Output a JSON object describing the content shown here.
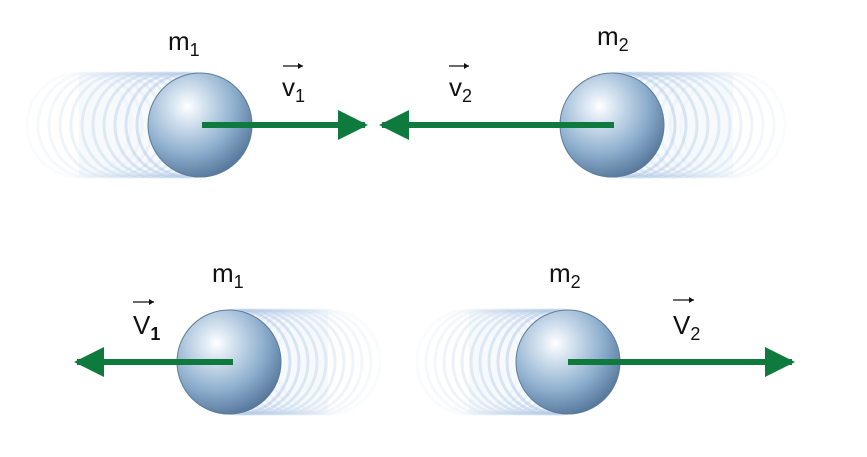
{
  "colors": {
    "arrow": "#0e7a3e",
    "sphere_light": "#dbe7f2",
    "sphere_mid": "#8fb0cf",
    "sphere_dark": "#4d6f92",
    "motion_blur": "#9dbbe0"
  },
  "before": {
    "ball1": {
      "mass_symbol": "m",
      "mass_index": "1",
      "velocity_symbol": "v",
      "velocity_index": "1"
    },
    "ball2": {
      "mass_symbol": "m",
      "mass_index": "2",
      "velocity_symbol": "v",
      "velocity_index": "2"
    }
  },
  "after": {
    "ball1": {
      "mass_symbol": "m",
      "mass_index": "1",
      "velocity_symbol": "V",
      "velocity_index": "1"
    },
    "ball2": {
      "mass_symbol": "m",
      "mass_index": "2",
      "velocity_symbol": "V",
      "velocity_index": "2"
    }
  }
}
